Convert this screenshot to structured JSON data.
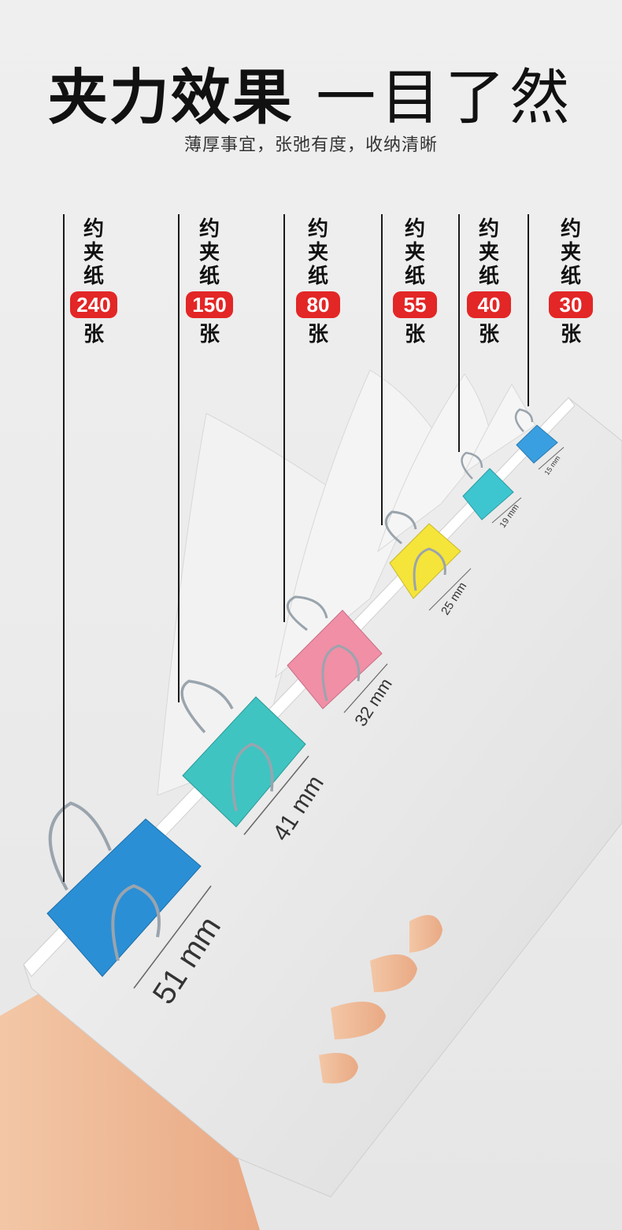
{
  "headline": {
    "bold": "夹力效果",
    "light": "一目了然"
  },
  "subtitle": "薄厚事宜，张弛有度，收纳清晰",
  "labels": [
    {
      "pre": [
        "约",
        "夹",
        "纸"
      ],
      "count": "240",
      "post": "张",
      "size": "51 mm",
      "clip_color": "#2b8fd6"
    },
    {
      "pre": [
        "约",
        "夹",
        "纸"
      ],
      "count": "150",
      "post": "张",
      "size": "41 mm",
      "clip_color": "#3fc4c2"
    },
    {
      "pre": [
        "约",
        "夹",
        "纸"
      ],
      "count": "80",
      "post": "张",
      "size": "32 mm",
      "clip_color": "#f08fa6"
    },
    {
      "pre": [
        "约",
        "夹",
        "纸"
      ],
      "count": "55",
      "post": "张",
      "size": "25 mm",
      "clip_color": "#f5e43a"
    },
    {
      "pre": [
        "约",
        "夹",
        "纸"
      ],
      "count": "40",
      "post": "张",
      "size": "19 mm",
      "clip_color": "#3ec6d0"
    },
    {
      "pre": [
        "约",
        "夹",
        "纸"
      ],
      "count": "30",
      "post": "张",
      "size": "15 mm",
      "clip_color": "#3a9fe0"
    }
  ],
  "colors": {
    "badge": "#e32626",
    "text": "#111111",
    "paper": "#f4f4f4"
  }
}
